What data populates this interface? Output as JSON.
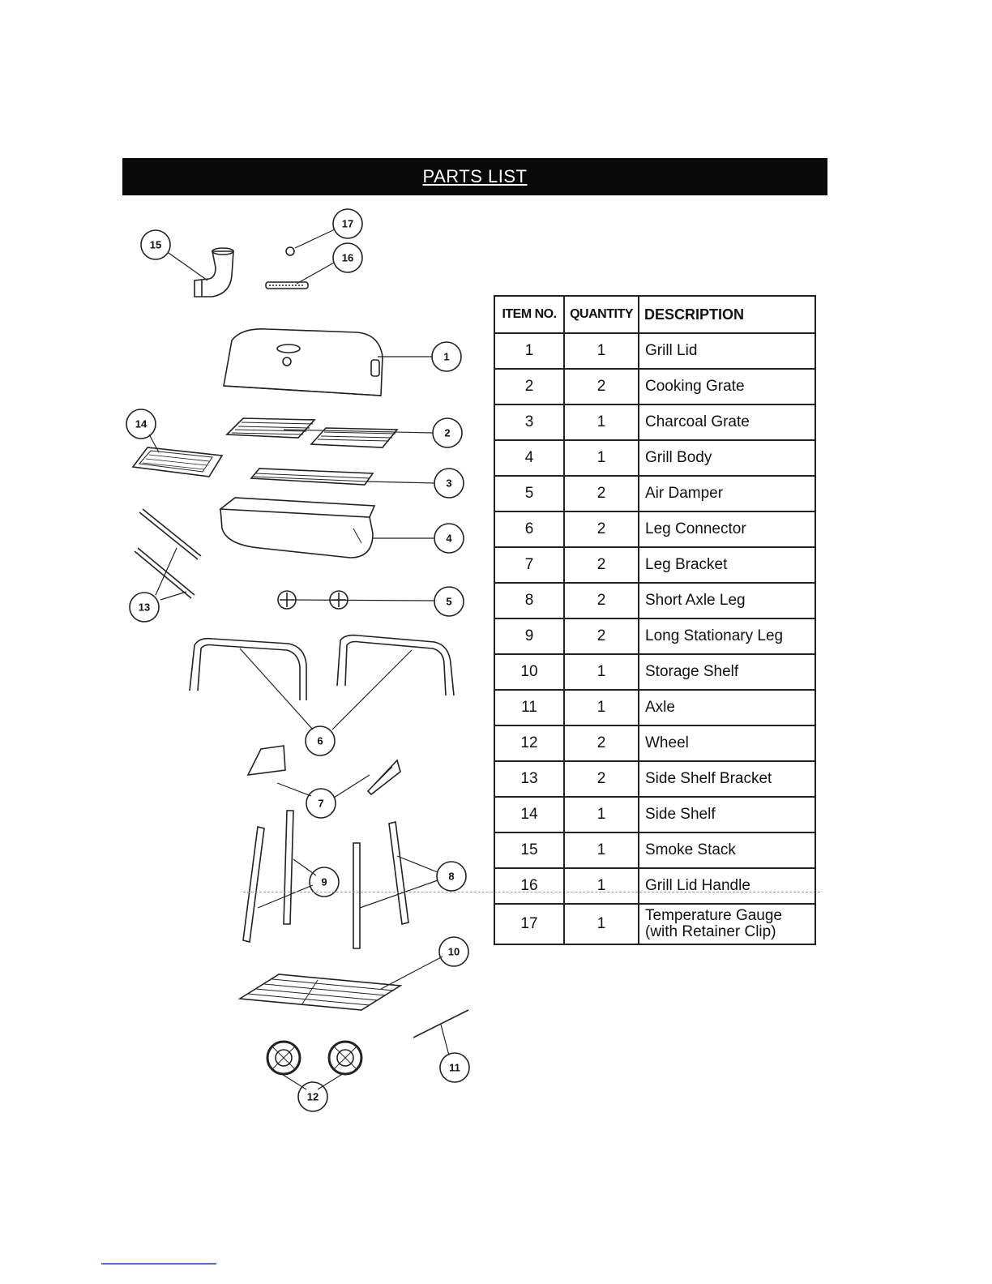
{
  "page": {
    "title": "PARTS LIST"
  },
  "callouts": [
    "1",
    "2",
    "3",
    "4",
    "5",
    "6",
    "7",
    "8",
    "9",
    "10",
    "11",
    "12",
    "13",
    "14",
    "15",
    "16",
    "17"
  ],
  "table": {
    "headers": {
      "item": "ITEM NO.",
      "quantity": "QUANTITY",
      "description": "DESCRIPTION"
    },
    "rows": [
      {
        "item": "1",
        "qty": "1",
        "desc": "Grill Lid"
      },
      {
        "item": "2",
        "qty": "2",
        "desc": "Cooking Grate"
      },
      {
        "item": "3",
        "qty": "1",
        "desc": "Charcoal Grate"
      },
      {
        "item": "4",
        "qty": "1",
        "desc": "Grill Body"
      },
      {
        "item": "5",
        "qty": "2",
        "desc": "Air Damper"
      },
      {
        "item": "6",
        "qty": "2",
        "desc": "Leg Connector"
      },
      {
        "item": "7",
        "qty": "2",
        "desc": "Leg Bracket"
      },
      {
        "item": "8",
        "qty": "2",
        "desc": "Short Axle Leg"
      },
      {
        "item": "9",
        "qty": "2",
        "desc": "Long Stationary Leg"
      },
      {
        "item": "10",
        "qty": "1",
        "desc": "Storage Shelf"
      },
      {
        "item": "11",
        "qty": "1",
        "desc": "Axle"
      },
      {
        "item": "12",
        "qty": "2",
        "desc": "Wheel"
      },
      {
        "item": "13",
        "qty": "2",
        "desc": "Side Shelf Bracket"
      },
      {
        "item": "14",
        "qty": "1",
        "desc": "Side Shelf"
      },
      {
        "item": "15",
        "qty": "1",
        "desc": "Smoke Stack"
      },
      {
        "item": "16",
        "qty": "1",
        "desc": "Grill Lid Handle"
      },
      {
        "item": "17",
        "qty": "1",
        "desc": "Temperature Gauge (with Retainer Clip)"
      }
    ]
  }
}
